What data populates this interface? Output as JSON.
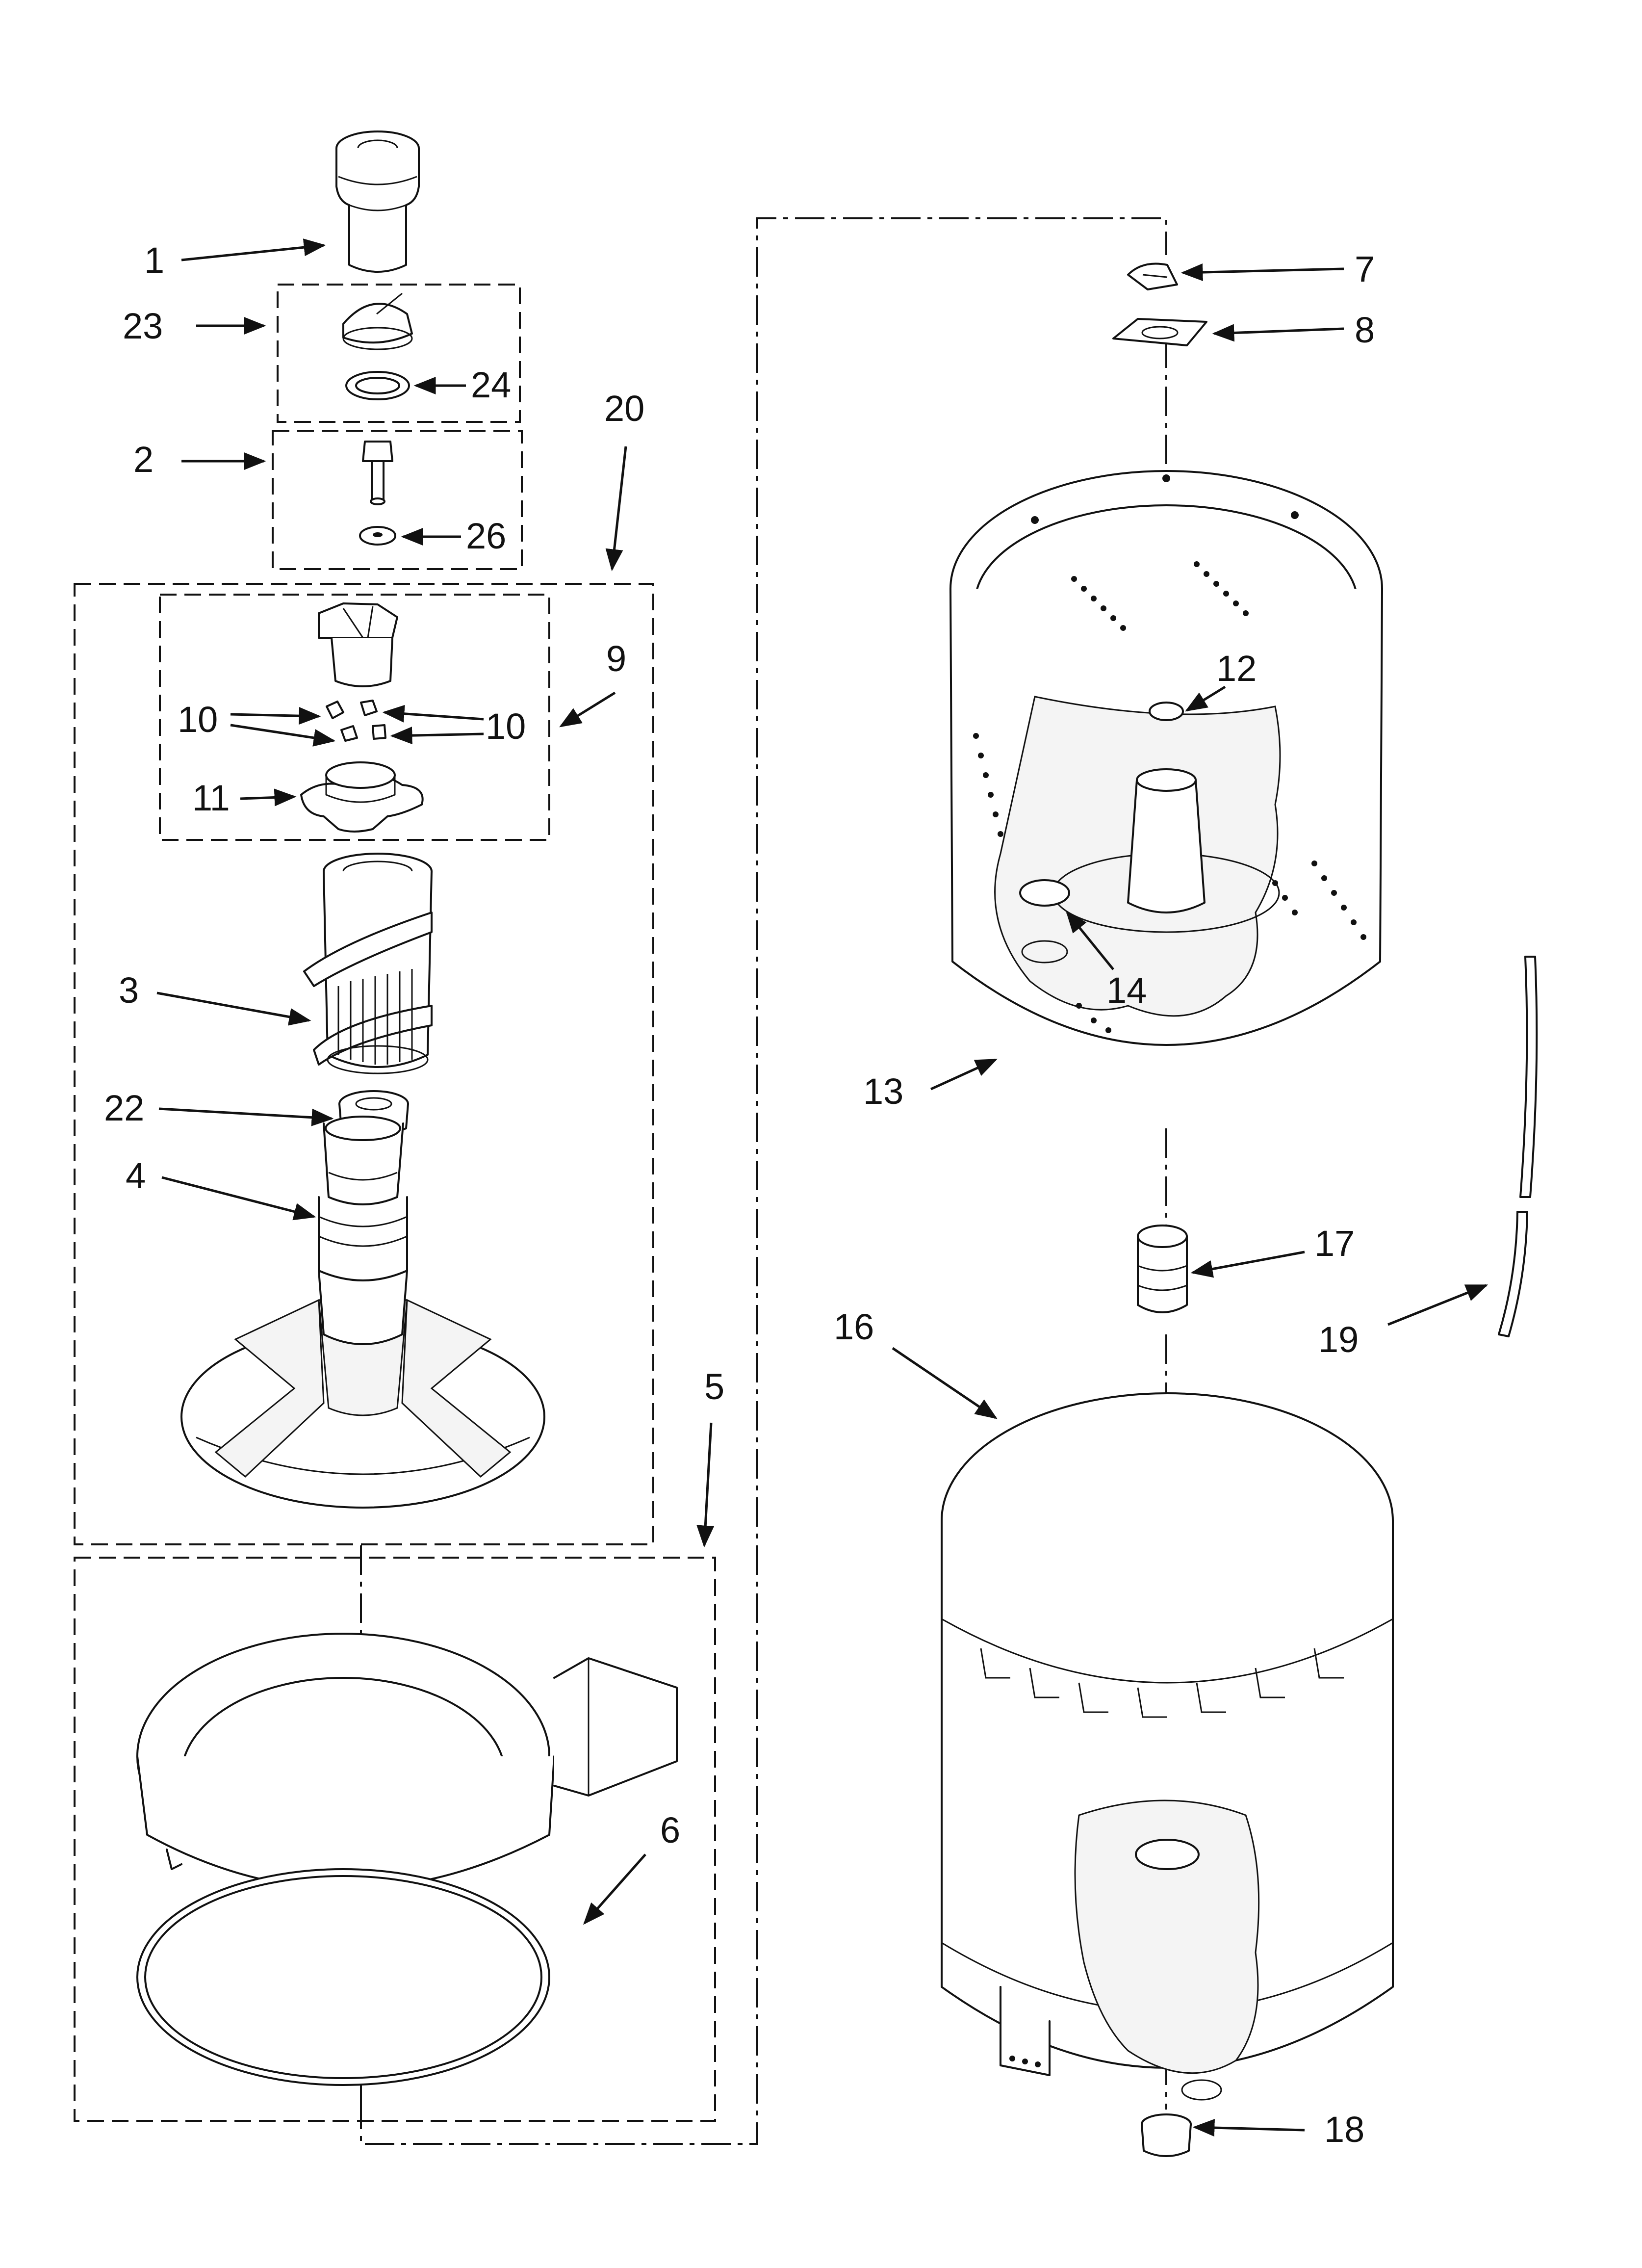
{
  "diagram": {
    "callouts": [
      {
        "id": "c1",
        "text": "1"
      },
      {
        "id": "c2",
        "text": "2"
      },
      {
        "id": "c3",
        "text": "3"
      },
      {
        "id": "c4",
        "text": "4"
      },
      {
        "id": "c5",
        "text": "5"
      },
      {
        "id": "c6",
        "text": "6"
      },
      {
        "id": "c7",
        "text": "7"
      },
      {
        "id": "c8",
        "text": "8"
      },
      {
        "id": "c9",
        "text": "9"
      },
      {
        "id": "c10a",
        "text": "10"
      },
      {
        "id": "c10b",
        "text": "10"
      },
      {
        "id": "c11",
        "text": "11"
      },
      {
        "id": "c12",
        "text": "12"
      },
      {
        "id": "c13",
        "text": "13"
      },
      {
        "id": "c14",
        "text": "14"
      },
      {
        "id": "c16",
        "text": "16"
      },
      {
        "id": "c17",
        "text": "17"
      },
      {
        "id": "c18",
        "text": "18"
      },
      {
        "id": "c19",
        "text": "19"
      },
      {
        "id": "c20",
        "text": "20"
      },
      {
        "id": "c22",
        "text": "22"
      },
      {
        "id": "c23",
        "text": "23"
      },
      {
        "id": "c24",
        "text": "24"
      },
      {
        "id": "c26",
        "text": "26"
      }
    ]
  }
}
